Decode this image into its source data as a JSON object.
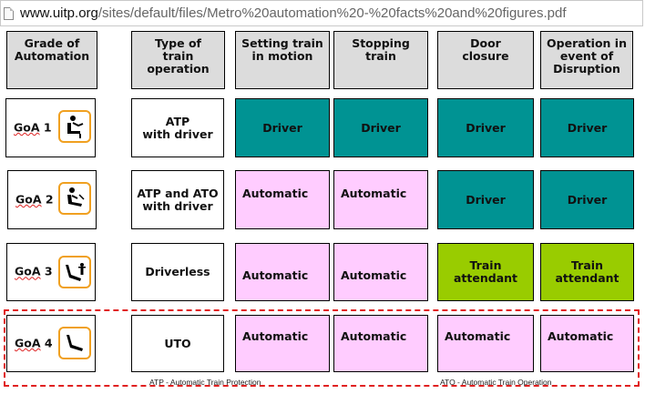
{
  "browser": {
    "url_host": "www.uitp.org",
    "url_path": "/sites/default/files/Metro%20automation%20-%20facts%20and%20figures.pdf"
  },
  "table": {
    "headers": [
      "Grade of\nAutomation",
      "Type of\ntrain\noperation",
      "Setting train\nin motion",
      "Stopping\ntrain",
      "Door\nclosure",
      "Operation in\nevent of\nDisruption"
    ],
    "rows": [
      {
        "goa_prefix": "GoA",
        "goa_num": "1",
        "icon": "seated-driver-with-controls-icon",
        "type": "ATP\nwith driver",
        "setting": "Driver",
        "stopping": "Driver",
        "door": "Driver",
        "disruption": "Driver"
      },
      {
        "goa_prefix": "GoA",
        "goa_num": "2",
        "icon": "seated-driver-hands-off-icon",
        "type": "ATP and ATO\nwith driver",
        "setting": "Automatic",
        "stopping": "Automatic",
        "door": "Driver",
        "disruption": "Driver"
      },
      {
        "goa_prefix": "GoA",
        "goa_num": "3",
        "icon": "empty-seat-with-attendant-icon",
        "type": "Driverless",
        "setting": "Automatic",
        "stopping": "Automatic",
        "door": "Train\nattendant",
        "disruption": "Train\nattendant"
      },
      {
        "goa_prefix": "GoA",
        "goa_num": "4",
        "icon": "empty-seat-icon",
        "type": "UTO",
        "setting": "Automatic",
        "stopping": "Automatic",
        "door": "Automatic",
        "disruption": "Automatic"
      }
    ]
  },
  "footnotes": {
    "atp": "ATP - Automatic Train Protection",
    "ato": "ATO - Automatic Train Operation"
  },
  "colors": {
    "driver": "#009393",
    "automatic": "#ffccff",
    "attendant": "#99cc00",
    "header": "#dcdcdc",
    "highlight": "#e02020",
    "icon_border": "#f0a020"
  }
}
